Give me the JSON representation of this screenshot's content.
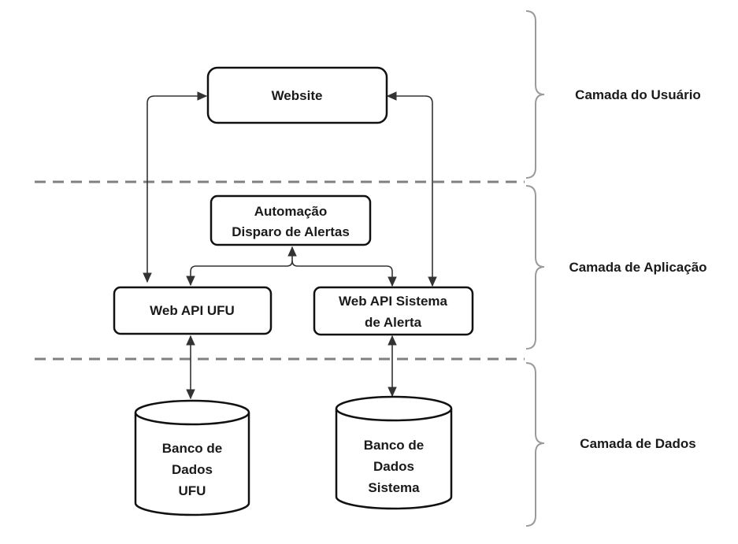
{
  "layers": {
    "user": "Camada do Usuário",
    "application": "Camada de Aplicação",
    "data": "Camada de Dados"
  },
  "nodes": {
    "website": "Website",
    "automation_line1": "Automação",
    "automation_line2": "Disparo de Alertas",
    "api_ufu": "Web API UFU",
    "api_alert_line1": "Web API Sistema",
    "api_alert_line2": "de Alerta",
    "db_ufu_line1": "Banco de",
    "db_ufu_line2": "Dados",
    "db_ufu_line3": "UFU",
    "db_sys_line1": "Banco de",
    "db_sys_line2": "Dados",
    "db_sys_line3": "Sistema"
  }
}
